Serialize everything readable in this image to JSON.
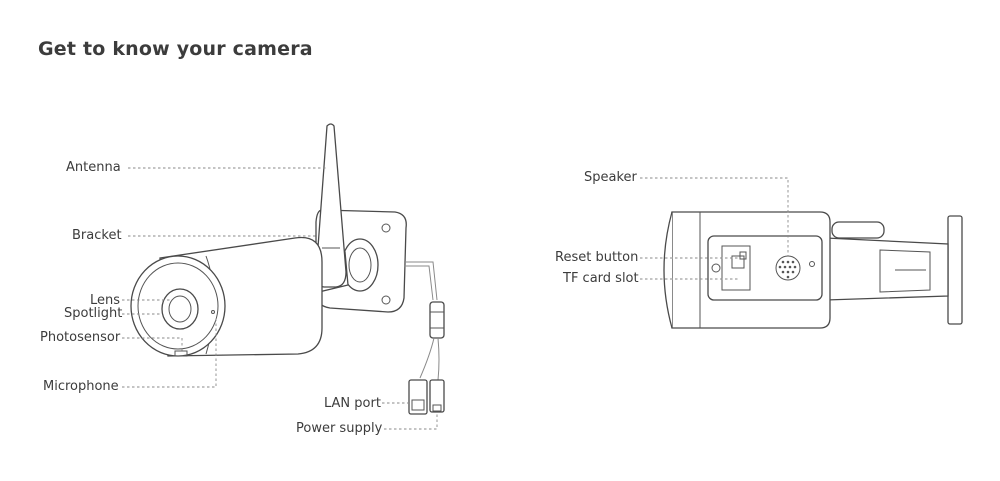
{
  "title": "Get to know your camera",
  "labels": {
    "antenna": "Antenna",
    "bracket": "Bracket",
    "lens": "Lens",
    "spotlight": "Spotlight",
    "photosensor": "Photosensor",
    "microphone": "Microphone",
    "lan_port": "LAN port",
    "power_supply": "Power supply",
    "speaker": "Speaker",
    "reset_button": "Reset button",
    "tf_card_slot": "TF card slot"
  }
}
